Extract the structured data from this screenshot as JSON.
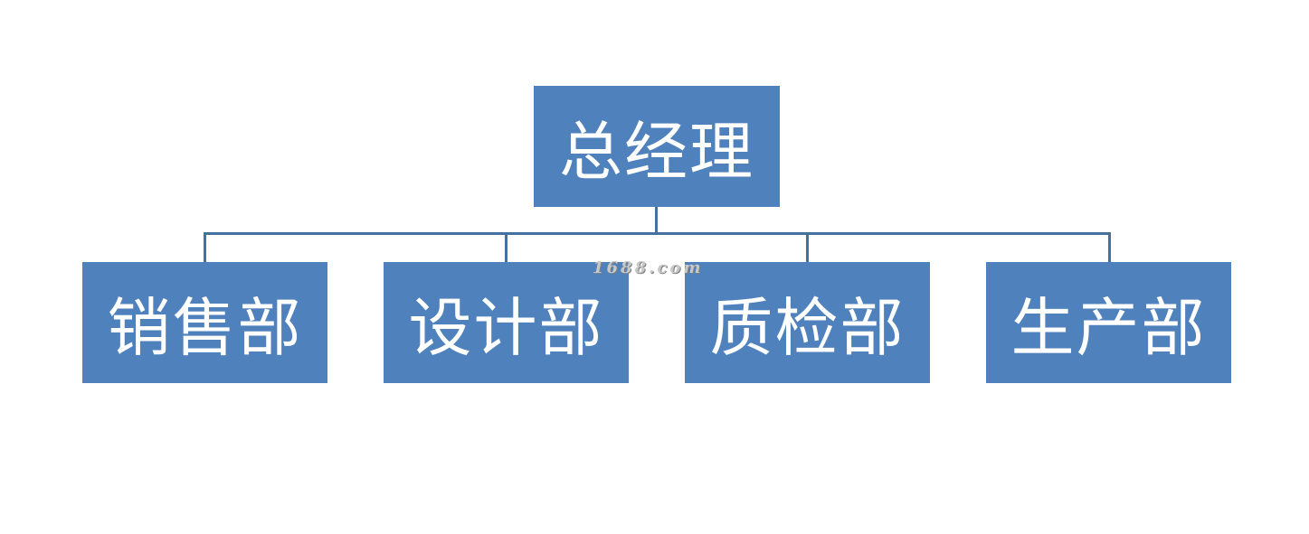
{
  "org_chart": {
    "root": {
      "label": "总经理"
    },
    "departments": [
      {
        "label": "销售部"
      },
      {
        "label": "设计部"
      },
      {
        "label": "质检部"
      },
      {
        "label": "生产部"
      }
    ]
  },
  "watermark": {
    "text": "1688.com"
  },
  "colors": {
    "node_fill": "#4f81bd",
    "node_text": "#ffffff",
    "connector": "#44719e"
  }
}
